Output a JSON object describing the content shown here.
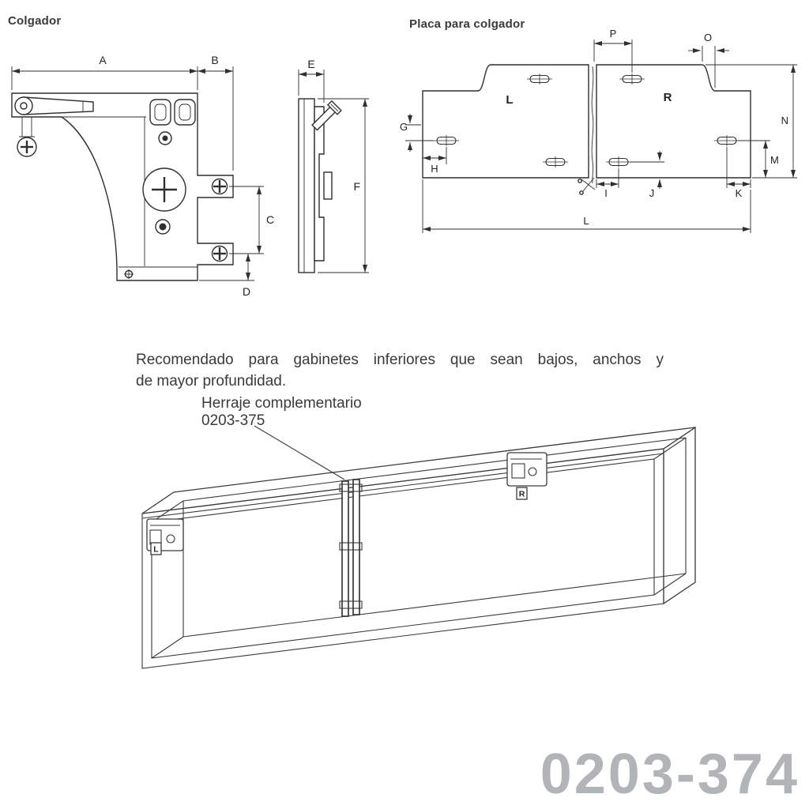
{
  "header": {
    "hanger_title": "Colgador",
    "plate_title": "Placa para colgador"
  },
  "dims": {
    "A": "A",
    "B": "B",
    "C": "C",
    "D": "D",
    "E": "E",
    "F": "F",
    "G": "G",
    "H": "H",
    "I": "I",
    "J": "J",
    "K": "K",
    "L": "L",
    "M": "M",
    "N": "N",
    "O": "O",
    "P": "P"
  },
  "plate": {
    "left_marking": "L",
    "right_marking": "R"
  },
  "cabinet": {
    "left_marking": "L",
    "right_marking": "R"
  },
  "note": {
    "line1": "Recomendado para gabinetes inferiores que sean bajos, anchos y",
    "line2": "de mayor profundidad.",
    "callout_title": "Herraje complementario",
    "callout_part": "0203-375"
  },
  "footer": {
    "part_number": "0203-374"
  },
  "icons": {
    "scissors": "scissors-cut-mark"
  },
  "colors": {
    "line": "#2f2f2f",
    "text": "#3a3a3a",
    "part_number": "#b2b5b7"
  }
}
